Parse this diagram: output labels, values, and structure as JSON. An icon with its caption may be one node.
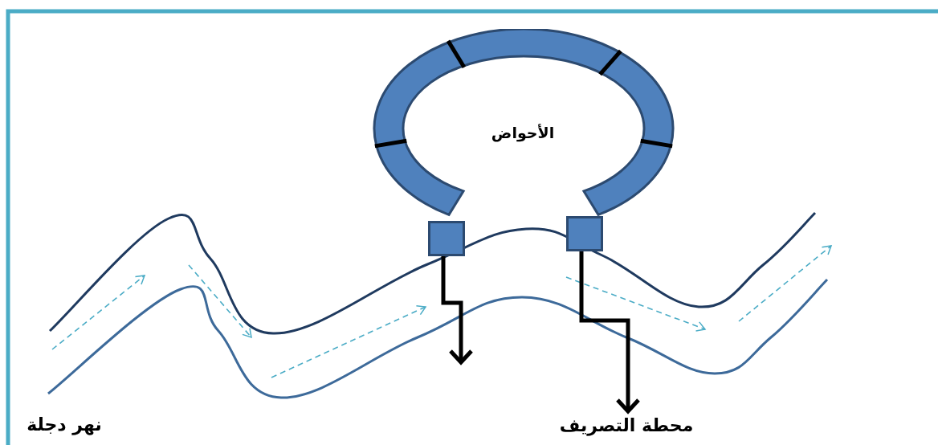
{
  "diagram": {
    "nodes": [
      {
        "text": [
          "الأحواض"
        ]
      },
      {
        "text": [],
        "shape": "box"
      },
      {
        "text": [],
        "shape": "box"
      },
      {
        "text": [
          "محطة التصريف"
        ]
      }
    ],
    "edges": [
      {
        "from": 1,
        "to": null,
        "arrow": "to"
      },
      {
        "from": 2,
        "to": 3,
        "arrow": "to"
      }
    ],
    "labels": [
      "نهر دجلة"
    ]
  }
}
